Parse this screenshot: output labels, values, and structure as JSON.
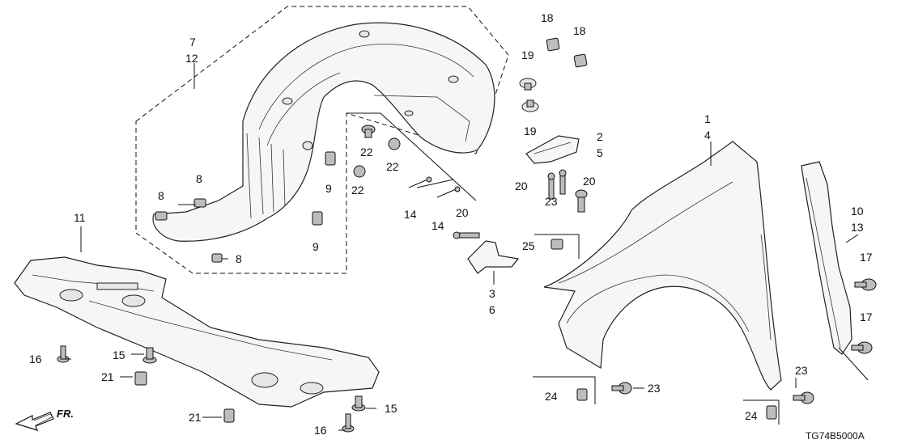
{
  "diagram": {
    "code": "TG74B5000A",
    "direction_label": "FR.",
    "callouts": {
      "c1": "1",
      "c4": "4",
      "c2": "2",
      "c5": "5",
      "c3": "3",
      "c6": "6",
      "c7": "7",
      "c12": "12",
      "c10": "10",
      "c13": "13",
      "c11": "11",
      "c8a": "8",
      "c8b": "8",
      "c8c": "8",
      "c9a": "9",
      "c9b": "9",
      "c14a": "14",
      "c14b": "14",
      "c15a": "15",
      "c15b": "15",
      "c16a": "16",
      "c16b": "16",
      "c17a": "17",
      "c17b": "17",
      "c18a": "18",
      "c18b": "18",
      "c19a": "19",
      "c19b": "19",
      "c20a": "20",
      "c20b": "20",
      "c20c": "20",
      "c21a": "21",
      "c21b": "21",
      "c22a": "22",
      "c22b": "22",
      "c22c": "22",
      "c23a": "23",
      "c23b": "23",
      "c23c": "23",
      "c24a": "24",
      "c24b": "24",
      "c25": "25"
    }
  }
}
